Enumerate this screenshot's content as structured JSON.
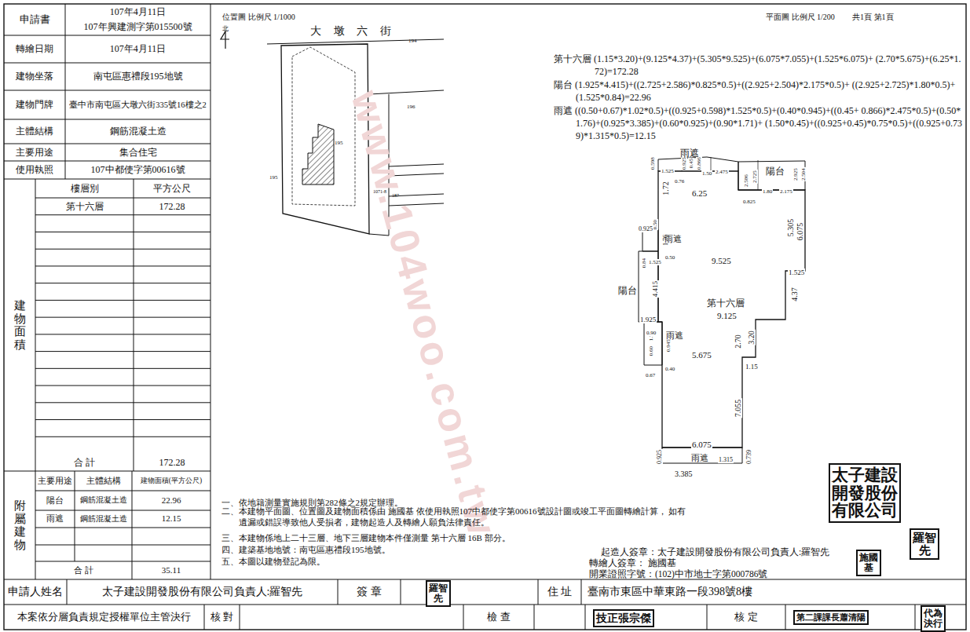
{
  "diagram": {
    "nodes": [
      {
        "text": [
          "太子建設開發股份有限公司"
        ]
      },
      {
        "text": [
          "羅智先"
        ]
      },
      {
        "text": [
          "施國基"
        ]
      },
      {
        "text": [
          "羅智先"
        ]
      },
      {
        "text": [
          "技正張宗傑"
        ]
      },
      {
        "text": [
          "第二課課長蕭清陽"
        ]
      },
      {
        "text": [
          "代為決行"
        ]
      }
    ],
    "labels": [
      "申請書",
      "107年4月11日",
      "107年興建測字第015500號",
      "轉繪日期",
      "107年4月11日",
      "建物坐落",
      "南屯區惠禮段195地號",
      "建物門牌",
      "臺中市南屯區大墩六街335號16樓之2",
      "主體結構",
      "鋼筋混凝土造",
      "主要用途",
      "集合住宅",
      "使用執照",
      "107中都使字第00616號",
      "樓層別",
      "平方公尺",
      "第十六層",
      "172.28",
      "建物面積",
      "合 計",
      "172.28",
      "附屬建物",
      "主要用途",
      "主體結構",
      "建物面積(平方公尺)",
      "陽台",
      "鋼筋混凝土造",
      "22.96",
      "雨遮",
      "鋼筋混凝土造",
      "12.15",
      "合 計",
      "35.11",
      "申請人姓名",
      "太子建設開發股份有限公司負責人:羅智先",
      "簽 章",
      "住 址",
      "臺南市東區中華東路一段398號8樓",
      "本案依分層負責規定授權單位主管決行",
      "核 對",
      "檢 查",
      "核 定",
      "位置圖 比例尺 1/1000",
      "北",
      "大 墩 六 街",
      "194",
      "196",
      "195",
      "195",
      "1071-8",
      "187",
      "平面圖 比例尺 1/200",
      "共1頁 第1頁",
      "第十六層 (1.15*3.20)+(9.125*4.37)+(5.305*9.525)+(6.075*7.055)+(1.525*6.075)+ (2.70*5.675)+(6.25*1.72)=172.28",
      "陽台 (1.925*4.415)+((2.725+2.586)*0.825*0.5)+((2.925+2.504)*2.175*0.5)+ ((2.925+2.725)*1.80*0.5)+(1.525*0.84)=22.96",
      "雨遮 ((0.50+0.67)*1.02*0.5)+((0.925+0.598)*1.525*0.5)+(0.40*0.945)+((0.45+ 0.866)*2.475*0.5)+(0.50*1.76)+(0.925*3.385)+(0.60*0.925)+(0.90*1.71)+ (1.50*0.45)+((0.925+0.45)*0.75*0.5)+((0.925+0.739)*1.315*0.5)=12.15",
      "雨遮",
      "陽台",
      "6.25",
      "雨遮",
      "9.525",
      "陽台",
      "第十六層",
      "9.125",
      "雨遮",
      "5.675",
      "6.075",
      "雨遮",
      "3.385",
      "0.598",
      "1.525",
      "0.76",
      "0.925",
      "0.45",
      "0.866",
      "1.50",
      "2.475",
      "2.586",
      "2.725",
      "2.925",
      "2.504",
      "1.80",
      "2.175",
      "0.825",
      "1.72",
      "5.305",
      "6.075",
      "0.925",
      "0.50",
      "1.76",
      "0.50",
      "0.84",
      "1.525",
      "1.525",
      "4.415",
      "4.37",
      "1.925",
      "0.90",
      "1.71",
      "0.60",
      "0.945",
      "0.67",
      "0.40",
      "2.70",
      "3.20",
      "1.15",
      "7.055",
      "0.925",
      "1.315",
      "0.739",
      "一、依地籍測量實施規則第282條之2規定辦理。",
      "二、本建物平面圖、位置圖及建物面積係由 施國基 依使用執照107中都使字第00616號設計圖或竣工平面圖轉繪計算， 如有遺漏或錯誤導致他人受損者，建物起造人及轉繪人願負法律責任。",
      "三、本建物係地上二十三層、地下三層建物本件僅測量 第十六層 16B 部分。",
      "四、建築基地地號：南屯區惠禮段195地號。",
      "五、本圖以建物登記為限。",
      "起造人簽章：太子建設開發股份有限公司負責人:羅智先",
      "轉繪人簽章： 施國基",
      "開業證照字號：(102)中市地士字第000786號",
      "www.104woo.com.tw"
    ]
  }
}
